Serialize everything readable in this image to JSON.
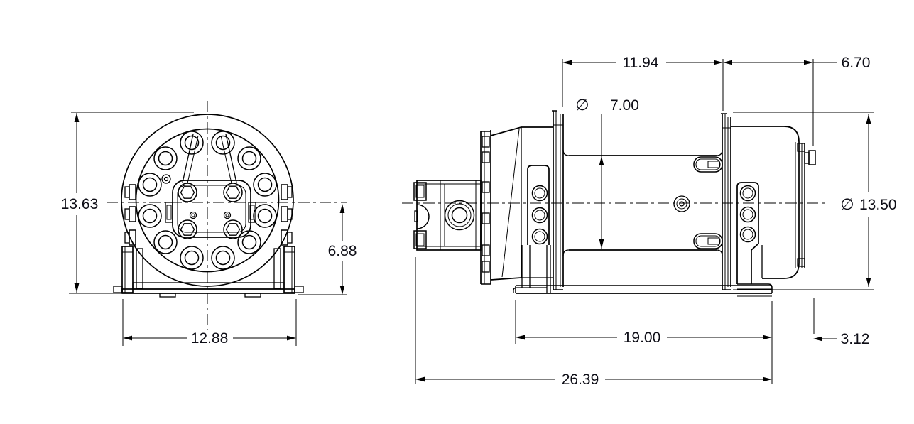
{
  "drawing": {
    "background": "#ffffff",
    "line_color": "#000000",
    "text_color": "#0d0d16",
    "diameter_symbol": "∅",
    "front_view": {
      "label": "winch-front-view",
      "dim_height": "13.63",
      "dim_width": "12.88",
      "dim_center_height": "6.88"
    },
    "side_view": {
      "label": "winch-side-view",
      "dim_drum_length": "11.94",
      "dim_end_length": "6.70",
      "dim_drum_dia": "7.00",
      "dim_flange_dia": "13.50",
      "dim_base_length": "19.00",
      "dim_end_offset": "3.12",
      "dim_overall_length": "26.39"
    }
  }
}
